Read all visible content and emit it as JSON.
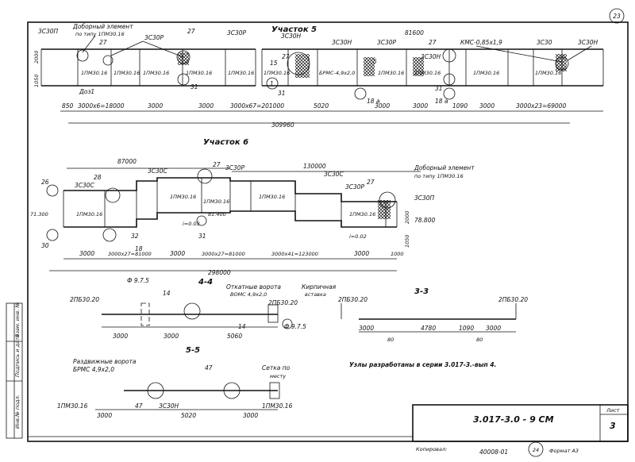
{
  "sheet_number": "23",
  "page_number": "24",
  "section5": {
    "title": "Участок 5",
    "label_3s30p_a": "3С30П",
    "extra_element": "Доборный элемент",
    "extra_element_sub": "по типу 1ПМ30.16",
    "label_27a": "27",
    "label_27b": "27",
    "label_27c": "27",
    "label_27d": "27",
    "label_3s30r_a": "3С30Р",
    "label_3s30r_b": "3С30Р",
    "label_3s30r_c": "3С30Р",
    "label_3s30n_a": "3С30Н",
    "label_3s30n_b": "3С30Н",
    "label_3s30n_c": "3С30Н",
    "label_3s30_a": "3С30",
    "dim_81600": "81600",
    "kms": "КМС-0,85х1,9",
    "panel_a": "1ПМ30.16",
    "panel_b": "1ПМ30.16",
    "panel_c": "1ПМ30.16",
    "panel_d": "1ПМ30.16",
    "panel_e": "1ПМ30.16",
    "panel_f": "1ПМ30.16",
    "panel_g": "1ПМ30.16",
    "panel_h": "1ПМ30.16",
    "panel_i": "1ПМ30.16",
    "panel_j": "1ПМ30.16",
    "brmc": "БРМС-4,9х2,0",
    "lbl_15": "15",
    "lbl_1": "1",
    "lbl_5": "5",
    "lbl_31a": "31",
    "lbl_31b": "31",
    "lbl_31c": "31",
    "lbl_18a": "18 а",
    "lbl_18b": "18 а",
    "lbl_doz": "Доз1",
    "lbl_1050": "1050",
    "lbl_2000": "2000",
    "dims": [
      "850",
      "3000х6=18000",
      "3000",
      "3000",
      "3000х67=201000",
      "5020",
      "3000",
      "3000",
      "1090",
      "3000",
      "3000х23=69000"
    ],
    "total": "309960"
  },
  "section6": {
    "title": "Участок 6",
    "dim_87000": "87000",
    "dim_130000": "130000",
    "lbl_26": "26",
    "lbl_28": "28",
    "lbl_27a": "27",
    "lbl_27b": "27",
    "lbl_30": "30",
    "lbl_32": "32",
    "lbl_31": "31",
    "lbl_18": "18",
    "s3s30c_a": "3С30С",
    "s3s30c_b": "3С30С",
    "s3s30c_c": "3С30С",
    "s3s30r_a": "3С30Р",
    "s3s30r_b": "3С30Р",
    "s3s30p": "3С30П",
    "panel_a": "1ПМ30.16",
    "panel_b": "1ПМ30.16",
    "panel_c": "1ПМ30.16",
    "panel_d": "1ПМ30.16",
    "panel_e": "1ПМ30.16",
    "extra_element": "Доборный элемент",
    "extra_element_sub": "по типу 1ПМ30.16",
    "slope_a": "i=0.03",
    "slope_b": "i=0.02",
    "level_a": "81.400",
    "level_b": "78.800",
    "level_c": "71.300",
    "lbl_2000": "2000",
    "lbl_1050": "1050",
    "dims": [
      "3000",
      "3000х27=81000",
      "3000",
      "3000х27=81000",
      "3000х41=123000",
      "3000",
      "1000"
    ],
    "total": "298000"
  },
  "sec44": {
    "title": "4-4",
    "pipe_a": "Ф 9.7.5",
    "pipe_b": "Ф 9.7.5",
    "lbl_14a": "14",
    "lbl_14b": "14",
    "gates": "Откатные ворота",
    "gates_sub": "ВОМС 4,9х2,0",
    "brick": "Кирпичная",
    "brick_sub": "вставка",
    "post_a": "2ПБ30.20",
    "post_b": "2ПБ30.20",
    "dims": [
      "3000",
      "3000",
      "5060"
    ]
  },
  "sec33": {
    "title": "3-3",
    "post_a": "2ПБ30.20",
    "post_b": "2ПБ30.20",
    "dims": [
      "3000",
      "4780",
      "1090",
      "3000"
    ],
    "lbl_80a": "80",
    "lbl_80b": "80"
  },
  "sec55": {
    "title": "5-5",
    "gates": "Раздвижные ворота",
    "gates_sub": "БРМС 4,9х2,0",
    "mesh": "Сетка по",
    "mesh_sub": "месту",
    "lbl_47a": "47",
    "lbl_47b": "47",
    "panel_a": "1ПМ30.16",
    "panel_b": "1ПМ30.16",
    "s3s30n": "3С30Н",
    "dims": [
      "3000",
      "5020",
      "3000"
    ]
  },
  "note": "Узлы разработаны в серии 3.017-3.-вып 4.",
  "stamp": {
    "code": "3.017-3.0 - 9 СМ",
    "sheet_label": "Лист",
    "sheet_value": "3"
  },
  "footer": {
    "copied": "Копировал:",
    "number": "40008-01",
    "format": "Формат А3"
  },
  "side_labels": [
    "Инв.№ подл.",
    "Подпись и дата",
    "Взам. инв. №"
  ]
}
